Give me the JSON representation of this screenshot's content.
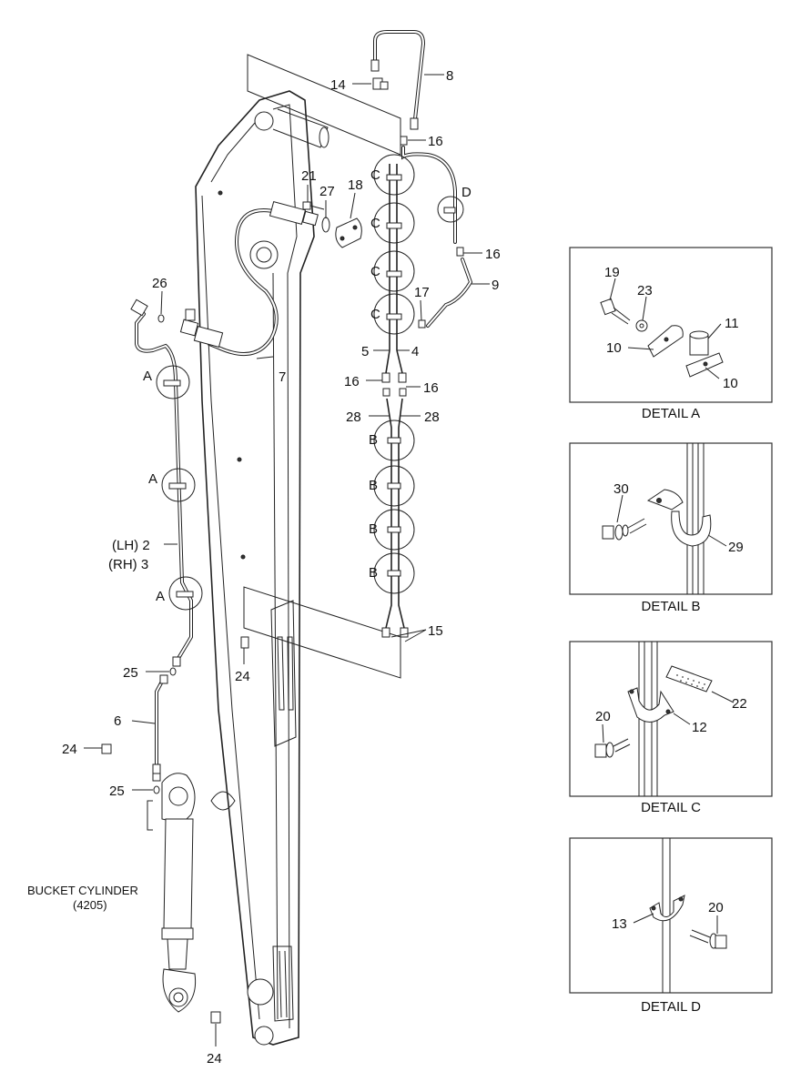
{
  "callouts": {
    "c14": "14",
    "c8": "8",
    "c16a": "16",
    "c21": "21",
    "c27": "27",
    "c18": "18",
    "cD": "D",
    "c16b": "16",
    "c9": "9",
    "c26": "26",
    "c17": "17",
    "cCa": "C",
    "cCb": "C",
    "cCc": "C",
    "cCd": "C",
    "c5": "5",
    "c4": "4",
    "c7": "7",
    "cAa": "A",
    "c16c": "16",
    "c16d": "16",
    "c28a": "28",
    "c28b": "28",
    "cBa": "B",
    "cBb": "B",
    "cBc": "B",
    "cBd": "B",
    "cAb": "A",
    "cLH": "(LH) 2",
    "cRH": "(RH) 3",
    "cAc": "A",
    "c15": "15",
    "c24a": "24",
    "c25a": "25",
    "c6": "6",
    "c24b": "24",
    "c25b": "25",
    "cylinder_name": "BUCKET CYLINDER",
    "cylinder_code": "(4205)",
    "c24c": "24"
  },
  "details": {
    "a": {
      "title": "DETAIL A",
      "c19": "19",
      "c23": "23",
      "c11": "11",
      "c10a": "10",
      "c10b": "10"
    },
    "b": {
      "title": "DETAIL B",
      "c30": "30",
      "c29": "29"
    },
    "c": {
      "title": "DETAIL C",
      "c22": "22",
      "c20": "20",
      "c12": "12"
    },
    "d": {
      "title": "DETAIL D",
      "c20": "20",
      "c13": "13"
    }
  }
}
